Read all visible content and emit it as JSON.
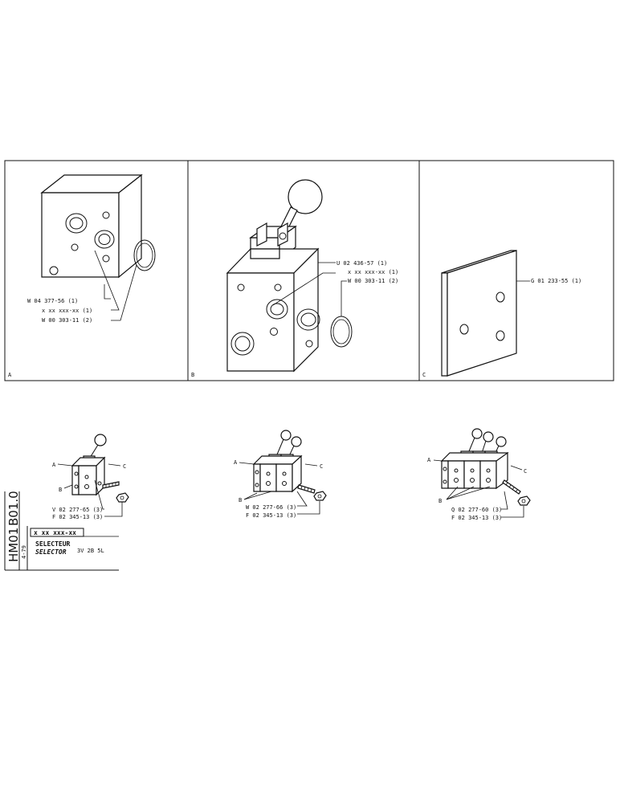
{
  "panels": {
    "a": {
      "letter": "A",
      "callouts": [
        "W 04 377-56 (1)",
        "x xx xxx-xx (1)",
        "W 00 303-11 (2)"
      ]
    },
    "b": {
      "letter": "B",
      "callouts": [
        "U 02 436-57 (1)",
        "x xx xxx-xx (1)",
        "W 00 303-11 (2)"
      ]
    },
    "c": {
      "letter": "C",
      "callouts": [
        "G 01 233-55 (1)"
      ]
    }
  },
  "assemblies": [
    {
      "labels": [
        "A",
        "C",
        "B"
      ],
      "callouts": [
        "V 02 277-65 (3)",
        "F 02 345-13 (3)"
      ]
    },
    {
      "labels": [
        "A",
        "C",
        "B"
      ],
      "callouts": [
        "W 02 277-66 (3)",
        "F 02 345-13 (3)"
      ]
    },
    {
      "labels": [
        "A",
        "C",
        "B"
      ],
      "callouts": [
        "Q 02 277-60 (3)",
        "F 02 345-13 (3)"
      ]
    }
  ],
  "title_block": {
    "code_a": "HM01",
    "code_b": "B01.0",
    "date": "4-79",
    "part": "x xx xxx-xx",
    "name_fr": "SELECTEUR",
    "name_en": "SELECTOR",
    "spec": "3V 2B 5L"
  }
}
